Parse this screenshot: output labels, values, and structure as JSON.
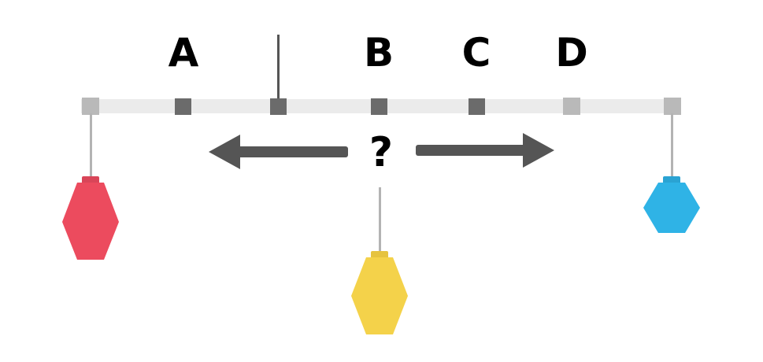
{
  "labels": {
    "a": "A",
    "b": "B",
    "c": "C",
    "d": "D",
    "question": "?"
  },
  "colors": {
    "beam": "#ebebeb",
    "light_marker": "#b9b9b9",
    "dark_marker": "#6b6b6b",
    "pointer": "#555555",
    "arrow": "#555555",
    "string": "#b3b3b3",
    "red_weight": "#ec4b5e",
    "yellow_weight": "#f4d24a",
    "blue_weight": "#2fb3e6"
  },
  "icons": [
    "arrow-left-icon",
    "arrow-right-icon",
    "hexagon-weight-icon"
  ]
}
